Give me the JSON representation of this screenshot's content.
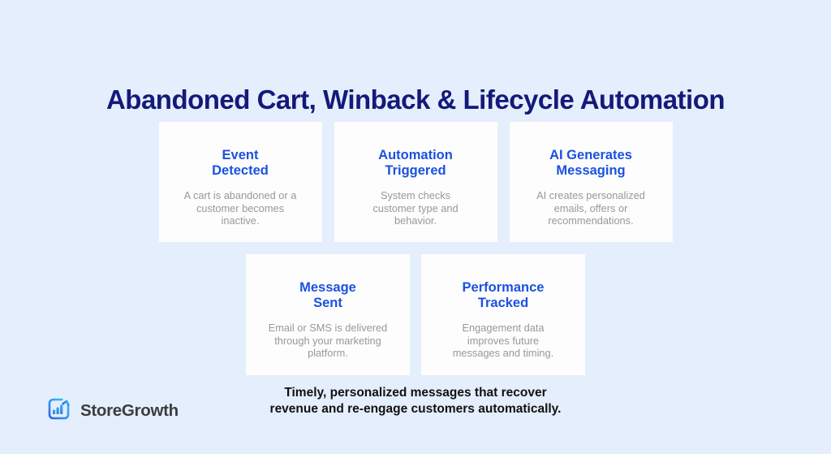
{
  "page": {
    "title": "Abandoned Cart, Winback & Lifecycle Automation"
  },
  "cards": [
    {
      "title": "Event\nDetected",
      "body": "A cart is abandoned or a\ncustomer becomes\ninactive."
    },
    {
      "title": "Automation\nTriggered",
      "body": "System checks\ncustomer type and\nbehavior."
    },
    {
      "title": "AI Generates\nMessaging",
      "body": "AI creates personalized\nemails, offers or\nrecommendations."
    },
    {
      "title": "Message\nSent",
      "body": "Email or SMS is delivered\nthrough your marketing\nplatform."
    },
    {
      "title": "Performance\nTracked",
      "body": "Engagement data\nimproves future\nmessages and timing."
    }
  ],
  "footer": {
    "text": "Timely, personalized messages that recover\nrevenue and re-engage customers automatically."
  },
  "logo": {
    "text": "StoreGrowth",
    "icon": "bar-chart-growth-icon"
  },
  "colors": {
    "background": "#e5eefc",
    "card_background": "#fdfdfd",
    "title_navy": "#131a79",
    "heading_blue": "#1b51e2",
    "body_gray": "#97989d",
    "footer_black": "#111111",
    "logo_gradient_start": "#2f5fe8",
    "logo_gradient_end": "#35c8f2"
  }
}
